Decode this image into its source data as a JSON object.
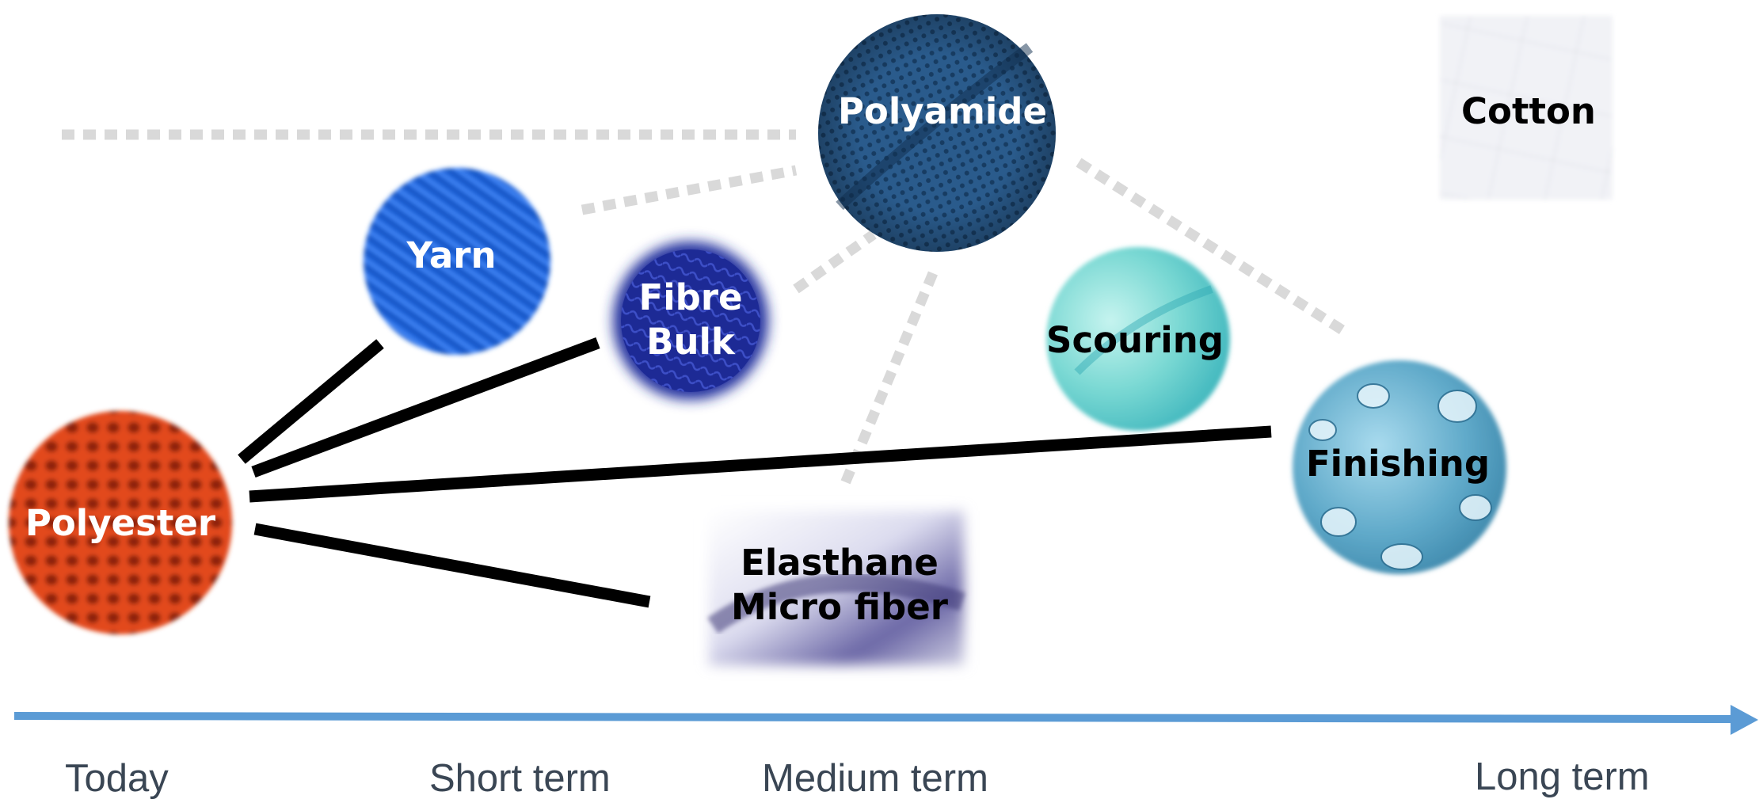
{
  "colors": {
    "timeline": "#5b9bd5",
    "solid_link": "#000000",
    "dotted_link": "#d9d9d9",
    "polyester": "#e84f22",
    "yarn": "#1b5fd4",
    "fibre_bulk": "#1a2890",
    "polyamide": "#2c5f8f",
    "cotton": "#eef0f5",
    "scouring": "#7dd9d6",
    "finishing": "#6fb3cf",
    "elasthane": "#6a6aa8"
  },
  "nodes": {
    "polyester": {
      "lines": [
        "Polyester"
      ],
      "texture": "honeycomb-mesh",
      "label_color": "#ffffff"
    },
    "yarn": {
      "lines": [
        "Yarn"
      ],
      "texture": "fibres",
      "label_color": "#ffffff"
    },
    "fibre_bulk": {
      "lines": [
        "Fibre",
        "Bulk"
      ],
      "texture": "fluffy-fibre",
      "label_color": "#ffffff"
    },
    "polyamide": {
      "lines": [
        "Polyamide"
      ],
      "texture": "knit-fabric",
      "label_color": "#ffffff"
    },
    "cotton": {
      "lines": [
        "Cotton"
      ],
      "texture": "quilted-white",
      "label_color": "#000000"
    },
    "scouring": {
      "lines": [
        "Scouring"
      ],
      "texture": "folded-cloth",
      "label_color": "#000000"
    },
    "finishing": {
      "lines": [
        "Finishing"
      ],
      "texture": "water-droplets",
      "label_color": "#000000"
    },
    "elasthane": {
      "lines": [
        "Elasthane",
        "Micro fiber"
      ],
      "texture": "soft-fabric",
      "label_color": "#000000"
    }
  },
  "timeline": {
    "labels": [
      "Today",
      "Short term",
      "Medium term",
      "Long term"
    ]
  }
}
